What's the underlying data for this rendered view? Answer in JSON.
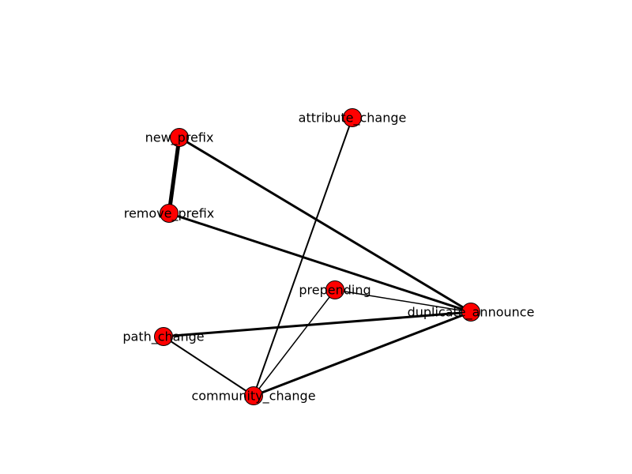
{
  "graph": {
    "node_color": "#ff0000",
    "edge_color": "#000000",
    "nodes": [
      {
        "id": "attribute_change",
        "label": "attribute_change"
      },
      {
        "id": "new_prefix",
        "label": "new_prefix"
      },
      {
        "id": "remove_prefix",
        "label": "remove_prefix"
      },
      {
        "id": "prepending",
        "label": "prepending"
      },
      {
        "id": "duplicate_announce",
        "label": "duplicate_announce"
      },
      {
        "id": "path_change",
        "label": "path_change"
      },
      {
        "id": "community_change",
        "label": "community_change"
      }
    ],
    "edges": [
      {
        "source": "new_prefix",
        "target": "remove_prefix",
        "weight": 5
      },
      {
        "source": "new_prefix",
        "target": "duplicate_announce",
        "weight": 3
      },
      {
        "source": "remove_prefix",
        "target": "duplicate_announce",
        "weight": 3
      },
      {
        "source": "attribute_change",
        "target": "community_change",
        "weight": 2
      },
      {
        "source": "prepending",
        "target": "duplicate_announce",
        "weight": 1.5
      },
      {
        "source": "prepending",
        "target": "community_change",
        "weight": 1.5
      },
      {
        "source": "path_change",
        "target": "duplicate_announce",
        "weight": 3
      },
      {
        "source": "path_change",
        "target": "community_change",
        "weight": 2
      },
      {
        "source": "community_change",
        "target": "duplicate_announce",
        "weight": 3
      }
    ]
  }
}
